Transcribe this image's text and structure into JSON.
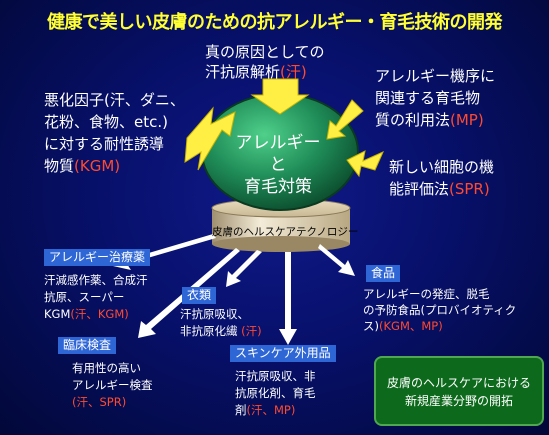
{
  "title": "健康で美しい皮膚のための抗アレルギー・育毛技術の開発",
  "top_box": {
    "line1": "真の原因としての",
    "line2_prefix": "汗抗原解析",
    "line2_tag": "(汗)"
  },
  "left_box": {
    "line1": "悪化因子(汗、ダニ、",
    "line2": "花粉、食物、etc.)",
    "line3": "に対する耐性誘導",
    "line4_prefix": "物質",
    "line4_tag": "(KGM)"
  },
  "right_top_box": {
    "line1": "アレルギー機序に",
    "line2": "関連する育毛物",
    "line3_prefix": "質の利用法",
    "line3_tag": "(MP)"
  },
  "right_mid_box": {
    "line1": "新しい細胞の機",
    "line2_prefix": "能評価法",
    "line2_tag": "(SPR)"
  },
  "center": {
    "line1": "アレルギーと",
    "line2": "育毛対策"
  },
  "cylinder_label": "皮膚のヘルスケアテクノロジー",
  "branches": {
    "antiallergy": {
      "label": "アレルギー治療薬",
      "line1": "汗減感作薬、合成汗",
      "line2": "抗原、スーパー",
      "line3_prefix": "KGM",
      "line3_tag": "(汗、KGM)"
    },
    "clothing": {
      "label": "衣類",
      "line1": "汗抗原吸収、",
      "line2_prefix": "非抗原化繊 ",
      "line2_tag": "(汗)"
    },
    "food": {
      "label": "食品",
      "line1": "アレルギーの発症、脱毛",
      "line2": "の予防食品(プロバイオティク",
      "line3_prefix": "ス)",
      "line3_tag": "(KGM、MP)"
    },
    "clinical": {
      "label": "臨床検査",
      "line1": "有用性の高い",
      "line2": "アレルギー検査",
      "line3_tag": "(汗、SPR)"
    },
    "skincare": {
      "label": "スキンケア外用品",
      "line1": "汗抗原吸収、非",
      "line2": "抗原化剤、育毛",
      "line3_prefix": "剤",
      "line3_tag": "(汗、MP)"
    }
  },
  "green_box": {
    "line1": "皮膚のヘルスケアにおける",
    "line2": "新規産業分野の開拓"
  },
  "colors": {
    "title": "#ffff33",
    "tag": "#ff4a30",
    "arrow": "#ffee44",
    "label_box": "#2f66d6",
    "green": "#0d6a1c",
    "ellipse": "#1e8a56"
  }
}
